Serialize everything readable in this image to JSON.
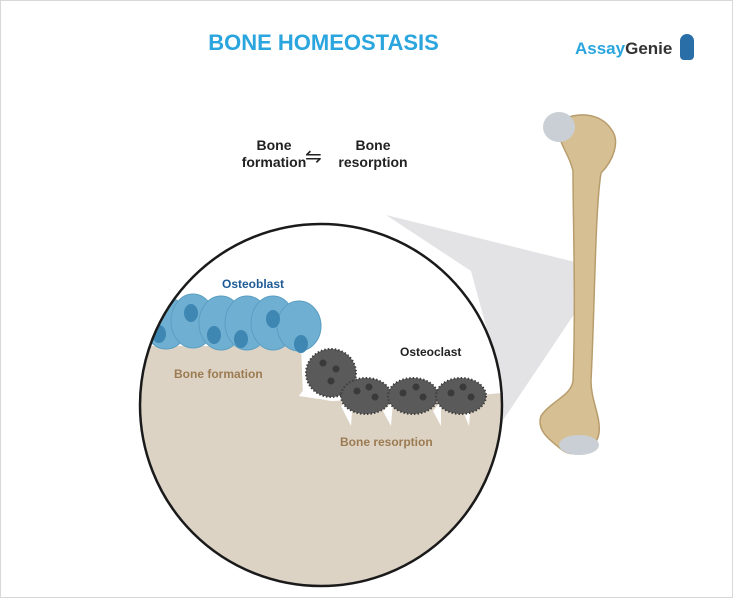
{
  "title": "BONE HOMEOSTASIS",
  "logo": {
    "part1": "Assay",
    "part2": "Genie"
  },
  "balance": {
    "left_line1": "Bone",
    "left_line2": "formation",
    "arrows": "⇋",
    "right_line1": "Bone",
    "right_line2": "resorption"
  },
  "labels": {
    "osteoblast": "Osteoblast",
    "osteoclast": "Osteoclast",
    "bone_formation": "Bone formation",
    "bone_resorption": "Bone resorption"
  },
  "colors": {
    "title": "#2aa5dd",
    "osteoblast": "#6fb0d2",
    "osteoclast": "#5a5a5a",
    "bone_matrix": "#dcd3c5",
    "bone": "#d7bf94",
    "label_brown": "#9c7b52",
    "label_blue": "#1e5a94"
  }
}
